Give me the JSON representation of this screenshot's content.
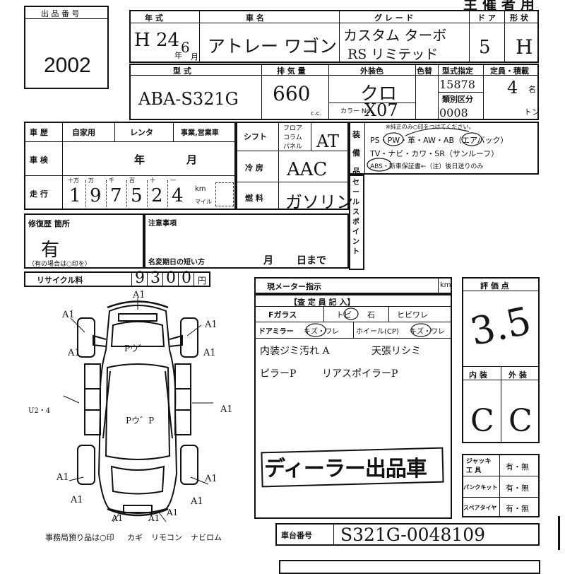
{
  "header": {
    "lot_label": "出 品 番 号",
    "lot_number": "2002",
    "top_right": "主 催 者 用",
    "year_label": "年 式",
    "name_label": "車 名",
    "grade_label": "グ レ ー ド",
    "doors_label": "ド ア",
    "shape_label": "形 状",
    "year_value": "H 24",
    "month_value": "6",
    "year_unit": "年",
    "month_unit": "月",
    "name_value": "アトレー ワゴン",
    "grade_value_1": "カスタム ターボ",
    "grade_value_2": "RS リミテッド",
    "doors_value": "5",
    "shape_value": "H"
  },
  "spec": {
    "model_label": "型 式",
    "model_value": "ABA-S321G",
    "displacement_label": "排 気 量",
    "displacement_value": "660",
    "cc_unit": "c.c.",
    "color_label": "外装色",
    "color_value": "クロ",
    "color_code_label": "カラー No.",
    "color_code_value": "X07",
    "paint_label": "色替",
    "type_designation_label": "型式指定",
    "type_designation_value": "15878",
    "class_label": "類別区分",
    "class_value": "0008",
    "capacity_label": "定員・積載",
    "capacity_value": "4",
    "capacity_unit": "名",
    "load_unit": "トン"
  },
  "history": {
    "history_label": "車 歴",
    "private_label": "自家用",
    "rental_label": "レンタ",
    "business_label": "事業,営業車",
    "inspection_label": "車 検",
    "year_unit": "年",
    "month_unit": "月",
    "mileage_label": "走 行",
    "digit_headers": [
      "十万",
      "万",
      "千",
      "百",
      "十",
      "一"
    ],
    "mileage_digits": [
      "1",
      "9",
      "7",
      "5",
      "2",
      "4"
    ],
    "km_unit": "km",
    "mile_unit": "マイル"
  },
  "shift": {
    "shift_label": "シフト",
    "floor_label": "フロア",
    "column_label": "コラム",
    "panel_label": "パネル",
    "shift_value": "AT",
    "ac_label": "冷 房",
    "ac_value": "AAC",
    "fuel_label": "燃 料",
    "fuel_value": "ガソリン"
  },
  "equipment": {
    "label": "装備品",
    "note": "※純正のみ○印をつけてください。",
    "line1": "PS・PW・革・AW・AB（エアバック）",
    "line2": "TV・ナビ・カワ・SR（サンルーフ）",
    "line3": "ABS・新車保証書←（注）後日送りのみ"
  },
  "sales_point_label": "セールスポイント",
  "repair": {
    "label": "修復歴 箇所",
    "value": "有",
    "note": "（有の場合は○印を）"
  },
  "notes": {
    "label": "注意事項",
    "rename_label": "名変期日の短い方",
    "month_unit": "月",
    "day_unit": "日まで"
  },
  "recycle": {
    "label": "リサイクル料",
    "digits": [
      "9",
      "3",
      "0",
      "0"
    ],
    "unit": "円"
  },
  "meter": {
    "label": "現メーター指示",
    "unit": "km"
  },
  "inspector": {
    "title": "【査 定 員 記 入】",
    "windshield": "Fガラス",
    "chip": "トビ",
    "stone": "石",
    "crack": "ヒビワレ",
    "door_mirror": "ドアミラー",
    "mirror_condition": "キズ・ワレ",
    "wheel": "ホイール(CP)",
    "wheel_condition": "キズ・ワレ",
    "note1a": "内装ジミ汚れ A",
    "note1b": "天張リシミ",
    "note2a": "ピラーP",
    "note2b": "リアスポイラーP",
    "dealer_stamp": "ディーラー出品車"
  },
  "rating": {
    "label": "評 価 点",
    "score": "3.5",
    "interior_label": "内 装",
    "exterior_label": "外 装",
    "interior_value": "C",
    "exterior_value": "C"
  },
  "accessories": {
    "jack_label_1": "ジャッキ",
    "jack_label_2": "工 具",
    "puncture_label": "パンクキット",
    "spare_label": "スペアタイヤ",
    "option": "有・無"
  },
  "chassis": {
    "label": "車台番号",
    "value": "S321G-0048109"
  },
  "car_diagram": {
    "marks": [
      "A1",
      "A1",
      "A1",
      "A1",
      "A1",
      "A1",
      "A1",
      "A1",
      "A1",
      "A1",
      "A1",
      "A1",
      "A1",
      "U2・4"
    ],
    "dent_front": "Pウ゛",
    "dent_roof": "Pウ゛P",
    "footer": "事務局預り品は○印",
    "key": "カギ",
    "remote": "リモコン",
    "navi": "ナビロム"
  }
}
